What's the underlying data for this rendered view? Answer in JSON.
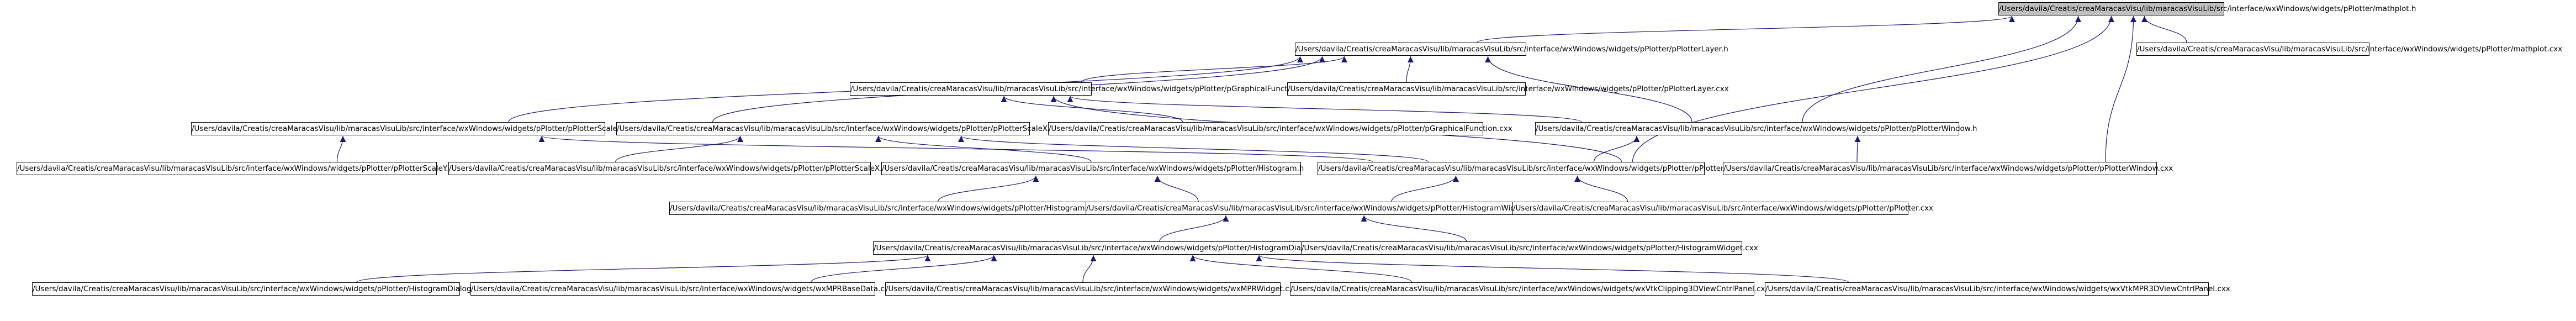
{
  "colors": {
    "edge": "#191970",
    "root_fill": "#bfbfbf",
    "node_fill": "#ffffff",
    "border": "#000000"
  },
  "nodes": {
    "mathplot_h": "/Users/davila/Creatis/creaMaracasVisu/lib/maracasVisuLib/src/interface/wxWindows/widgets/pPlotter/mathplot.h",
    "mathplot_cxx": "/Users/davila/Creatis/creaMaracasVisu/lib/maracasVisuLib/src/interface/wxWindows/widgets/pPlotter/mathplot.cxx",
    "plotterlayer_h": "/Users/davila/Creatis/creaMaracasVisu/lib/maracasVisuLib/src/interface/wxWindows/widgets/pPlotter/pPlotterLayer.h",
    "graphicalfunction_h": "/Users/davila/Creatis/creaMaracasVisu/lib/maracasVisuLib/src/interface/wxWindows/widgets/pPlotter/pGraphicalFunction.h",
    "plotterlayer_cxx": "/Users/davila/Creatis/creaMaracasVisu/lib/maracasVisuLib/src/interface/wxWindows/widgets/pPlotter/pPlotterLayer.cxx",
    "plotterscaley_h": "/Users/davila/Creatis/creaMaracasVisu/lib/maracasVisuLib/src/interface/wxWindows/widgets/pPlotter/pPlotterScaleY.h",
    "plotterscalex_h": "/Users/davila/Creatis/creaMaracasVisu/lib/maracasVisuLib/src/interface/wxWindows/widgets/pPlotter/pPlotterScaleX.h",
    "graphicalfunction_cxx": "/Users/davila/Creatis/creaMaracasVisu/lib/maracasVisuLib/src/interface/wxWindows/widgets/pPlotter/pGraphicalFunction.cxx",
    "plotterwindow_h": "/Users/davila/Creatis/creaMaracasVisu/lib/maracasVisuLib/src/interface/wxWindows/widgets/pPlotter/pPlotterWindow.h",
    "plotterscaley_cxx": "/Users/davila/Creatis/creaMaracasVisu/lib/maracasVisuLib/src/interface/wxWindows/widgets/pPlotter/pPlotterScaleY.cxx",
    "plotterscalex_cxx": "/Users/davila/Creatis/creaMaracasVisu/lib/maracasVisuLib/src/interface/wxWindows/widgets/pPlotter/pPlotterScaleX.cxx",
    "histogram_h": "/Users/davila/Creatis/creaMaracasVisu/lib/maracasVisuLib/src/interface/wxWindows/widgets/pPlotter/Histogram.h",
    "plotter_h": "/Users/davila/Creatis/creaMaracasVisu/lib/maracasVisuLib/src/interface/wxWindows/widgets/pPlotter/pPlotter.h",
    "plotterwindow_cxx": "/Users/davila/Creatis/creaMaracasVisu/lib/maracasVisuLib/src/interface/wxWindows/widgets/pPlotter/pPlotterWindow.cxx",
    "histogram_cxx": "/Users/davila/Creatis/creaMaracasVisu/lib/maracasVisuLib/src/interface/wxWindows/widgets/pPlotter/Histogram.cxx",
    "histogramwidget_h": "/Users/davila/Creatis/creaMaracasVisu/lib/maracasVisuLib/src/interface/wxWindows/widgets/pPlotter/HistogramWidget.h",
    "plotter_cxx": "/Users/davila/Creatis/creaMaracasVisu/lib/maracasVisuLib/src/interface/wxWindows/widgets/pPlotter/pPlotter.cxx",
    "histogramdialog_h": "/Users/davila/Creatis/creaMaracasVisu/lib/maracasVisuLib/src/interface/wxWindows/widgets/pPlotter/HistogramDialog.h",
    "histogramwidget_cxx": "/Users/davila/Creatis/creaMaracasVisu/lib/maracasVisuLib/src/interface/wxWindows/widgets/pPlotter/HistogramWidget.cxx",
    "histogramdialog_cxx": "/Users/davila/Creatis/creaMaracasVisu/lib/maracasVisuLib/src/interface/wxWindows/widgets/pPlotter/HistogramDialog.cxx",
    "wxmprbasedata_cxx": "/Users/davila/Creatis/creaMaracasVisu/lib/maracasVisuLib/src/interface/wxWindows/widgets/wxMPRBaseData.cxx",
    "wxmprwidget_cxx": "/Users/davila/Creatis/creaMaracasVisu/lib/maracasVisuLib/src/interface/wxWindows/widgets/wxMPRWidget.cxx",
    "clipping3dviewcntrlpanel_cxx": "/Users/davila/Creatis/creaMaracasVisu/lib/maracasVisuLib/src/interface/wxWindows/widgets/wxVtkClipping3DViewCntrlPanel.cxx",
    "mpr3dviewcntrlpanel_cxx": "/Users/davila/Creatis/creaMaracasVisu/lib/maracasVisuLib/src/interface/wxWindows/widgets/wxVtkMPR3DViewCntrlPanel.cxx"
  }
}
